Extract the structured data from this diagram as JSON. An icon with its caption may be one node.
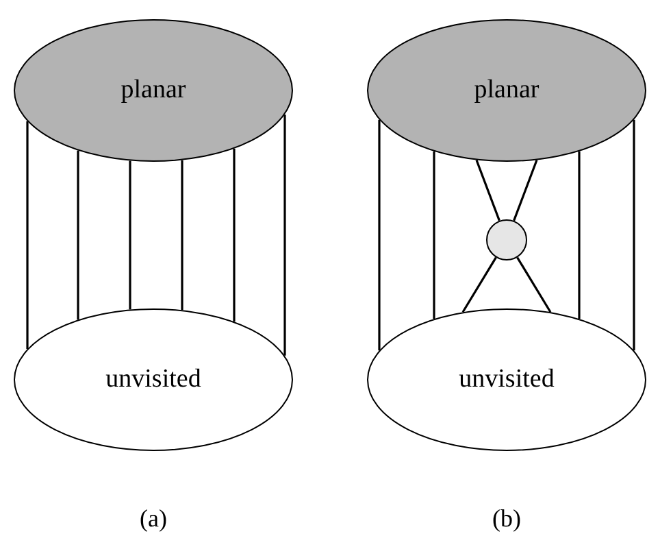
{
  "diagram": {
    "nodes": [
      {
        "text": [
          "planar"
        ]
      },
      {
        "text": [
          "unvisited"
        ]
      },
      {
        "text": [
          "planar"
        ]
      },
      {
        "text": [],
        "shape": "circle"
      },
      {
        "text": [
          "unvisited"
        ]
      }
    ],
    "edges": [
      {
        "from": 0,
        "to": 1,
        "arrow": "none"
      },
      {
        "from": 0,
        "to": 1,
        "arrow": "none"
      },
      {
        "from": 0,
        "to": 1,
        "arrow": "none"
      },
      {
        "from": 0,
        "to": 1,
        "arrow": "none"
      },
      {
        "from": 0,
        "to": 1,
        "arrow": "none"
      },
      {
        "from": 0,
        "to": 1,
        "arrow": "none"
      },
      {
        "from": 2,
        "to": 4,
        "arrow": "none"
      },
      {
        "from": 2,
        "to": 4,
        "arrow": "none"
      },
      {
        "from": 2,
        "to": 3,
        "arrow": "none"
      },
      {
        "from": 2,
        "to": 3,
        "arrow": "none"
      },
      {
        "from": 3,
        "to": 4,
        "arrow": "none"
      },
      {
        "from": 3,
        "to": 4,
        "arrow": "none"
      },
      {
        "from": 2,
        "to": 4,
        "arrow": "none"
      },
      {
        "from": 2,
        "to": 4,
        "arrow": "none"
      }
    ],
    "labels": [
      "(a)",
      "(b)"
    ]
  }
}
